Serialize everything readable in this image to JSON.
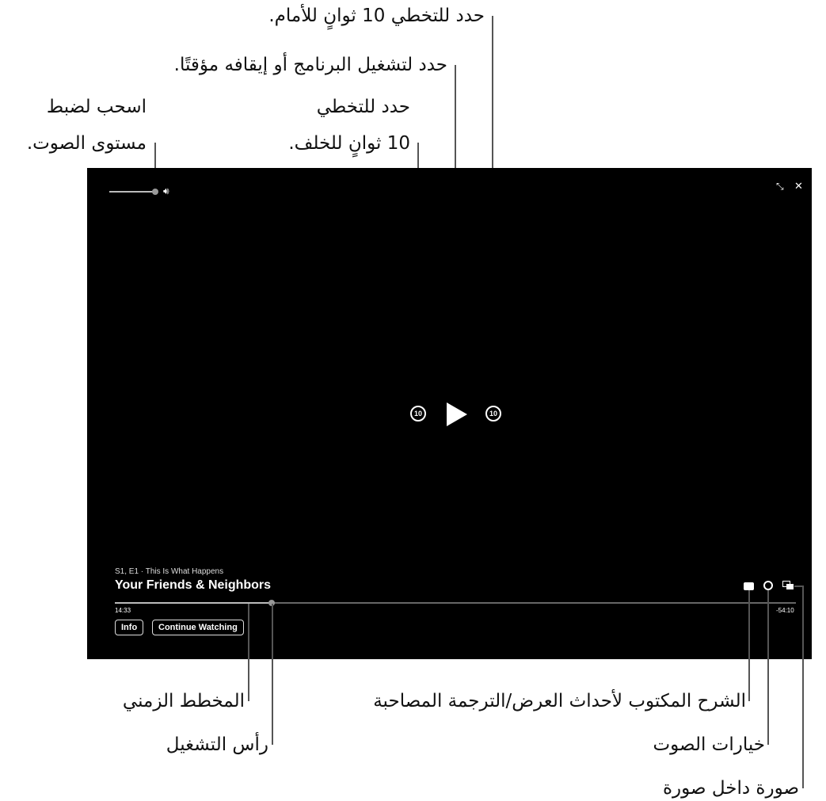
{
  "callouts": {
    "skip_forward": "حدد للتخطي 10 ثوانٍ للأمام.",
    "play_pause": "حدد لتشغيل البرنامج أو إيقافه مؤقتًا.",
    "skip_back_1": "حدد للتخطي",
    "skip_back_2": "10 ثوانٍ للخلف.",
    "volume_1": "اسحب لضبط",
    "volume_2": "مستوى الصوت.",
    "timeline": "المخطط الزمني",
    "playhead": "رأس التشغيل",
    "subtitles": "الشرح المكتوب لأحداث العرض/الترجمة المصاحبة",
    "audio": "خيارات الصوت",
    "pip": "صورة داخل صورة"
  },
  "player": {
    "episode": "S1, E1 · This Is What Happens",
    "title": "Your Friends & Neighbors",
    "elapsed": "14:33",
    "remaining": "-54:10",
    "progress": 0.23,
    "volume": 1.0,
    "skip_seconds": "10",
    "info_label": "Info",
    "continue_label": "Continue Watching",
    "close_icon": "✕"
  }
}
